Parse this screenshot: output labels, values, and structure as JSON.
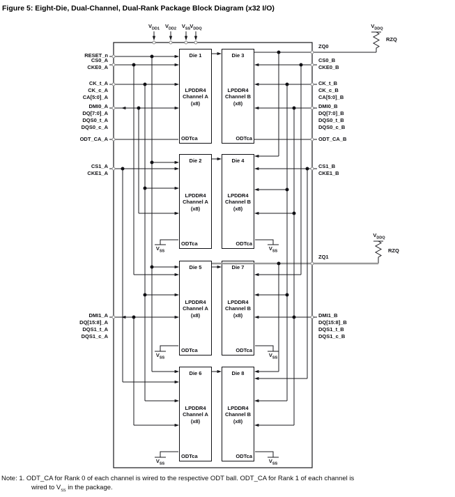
{
  "title": "Figure 5: Eight-Die, Dual-Channel, Dual-Rank Package Block Diagram (x32 I/O)",
  "supplies": [
    {
      "base": "V",
      "sub": "DD1"
    },
    {
      "base": "V",
      "sub": "DD2"
    },
    {
      "base": "V",
      "sub": "SS"
    },
    {
      "base": "V",
      "sub": "DDQ"
    }
  ],
  "zq": {
    "zq0": "ZQ0",
    "zq1": "ZQ1",
    "rzq": "RZQ",
    "vddq": {
      "base": "V",
      "sub": "DDQ"
    }
  },
  "ground": {
    "base": "V",
    "sub": "SS"
  },
  "left": {
    "reset": "RESET_n",
    "cs0": "CS0_A",
    "cke0": "CKE0_A",
    "ck_t": "CK_t_A",
    "ck_c": "CK_c_A",
    "ca": "CA[5:0]_A",
    "dmi0": "DMI0_A",
    "dq0": "DQ[7:0]_A",
    "dqs0_t": "DQS0_t_A",
    "dqs0_c": "DQS0_c_A",
    "odt": "ODT_CA_A",
    "cs1": "CS1_A",
    "cke1": "CKE1_A",
    "dmi1": "DMI1_A",
    "dq1": "DQ[15:8]_A",
    "dqs1_t": "DQS1_t_A",
    "dqs1_c": "DQS1_c_A"
  },
  "right": {
    "cs0": "CS0_B",
    "cke0": "CKE0_B",
    "ck_t": "CK_t_B",
    "ck_c": "CK_c_B",
    "ca": "CA[5:0]_B",
    "dmi0": "DMI0_B",
    "dq0": "DQ[7:0]_B",
    "dqs0_t": "DQS0_t_B",
    "dqs0_c": "DQS0_c_B",
    "odt": "ODT_CA_B",
    "cs1": "CS1_B",
    "cke1": "CKE1_B",
    "dmi1": "DMI1_B",
    "dq1": "DQ[15:8]_B",
    "dqs1_t": "DQS1_t_B",
    "dqs1_c": "DQS1_c_B"
  },
  "die_common": {
    "family": "LPDDR4",
    "width": "(x8)",
    "odt": "ODTca"
  },
  "dies": [
    {
      "name": "Die 1",
      "channel": "Channel A"
    },
    {
      "name": "Die 3",
      "channel": "Channel B"
    },
    {
      "name": "Die 2",
      "channel": "Channel A"
    },
    {
      "name": "Die 4",
      "channel": "Channel B"
    },
    {
      "name": "Die 5",
      "channel": "Channel A"
    },
    {
      "name": "Die 7",
      "channel": "Channel B"
    },
    {
      "name": "Die 6",
      "channel": "Channel A"
    },
    {
      "name": "Die 8",
      "channel": "Channel B"
    }
  ],
  "note": {
    "line1": "Note: 1. ODT_CA for Rank 0 of each channel is wired to the respective ODT ball. ODT_CA for Rank 1 of each channel is",
    "line2_pre": "wired to V",
    "line2_sub": "SS",
    "line2_post": " in the package."
  },
  "colors": {
    "line": "#18181c",
    "zq1_gray": "#9a9a9a",
    "ball_stroke": "#8a8a8a",
    "background": "#ffffff"
  }
}
